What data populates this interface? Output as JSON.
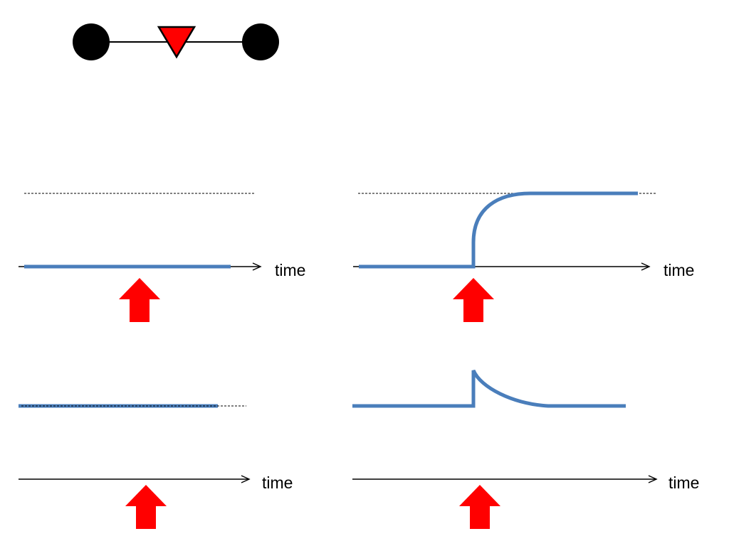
{
  "colors": {
    "background": "#ffffff",
    "node": "#000000",
    "edge": "#000000",
    "marker": "#ff0000",
    "signal": "#4a7ebb",
    "axis": "#000000",
    "reference_line": "#000000",
    "stimulus_arrow": "#ff0000"
  },
  "network": {
    "nodes": 2,
    "marker": "red-down-triangle"
  },
  "panels": [
    {
      "id": "top-left",
      "axis_label": "time",
      "signal": "flat",
      "stimulus": "up-arrow"
    },
    {
      "id": "top-right",
      "axis_label": "time",
      "signal": "step-rise-to-saturation",
      "stimulus": "up-arrow"
    },
    {
      "id": "bottom-left",
      "axis_label": "time",
      "signal": "flat",
      "stimulus": "up-arrow"
    },
    {
      "id": "bottom-right",
      "axis_label": "time",
      "signal": "spike-then-decay",
      "stimulus": "up-arrow"
    }
  ]
}
